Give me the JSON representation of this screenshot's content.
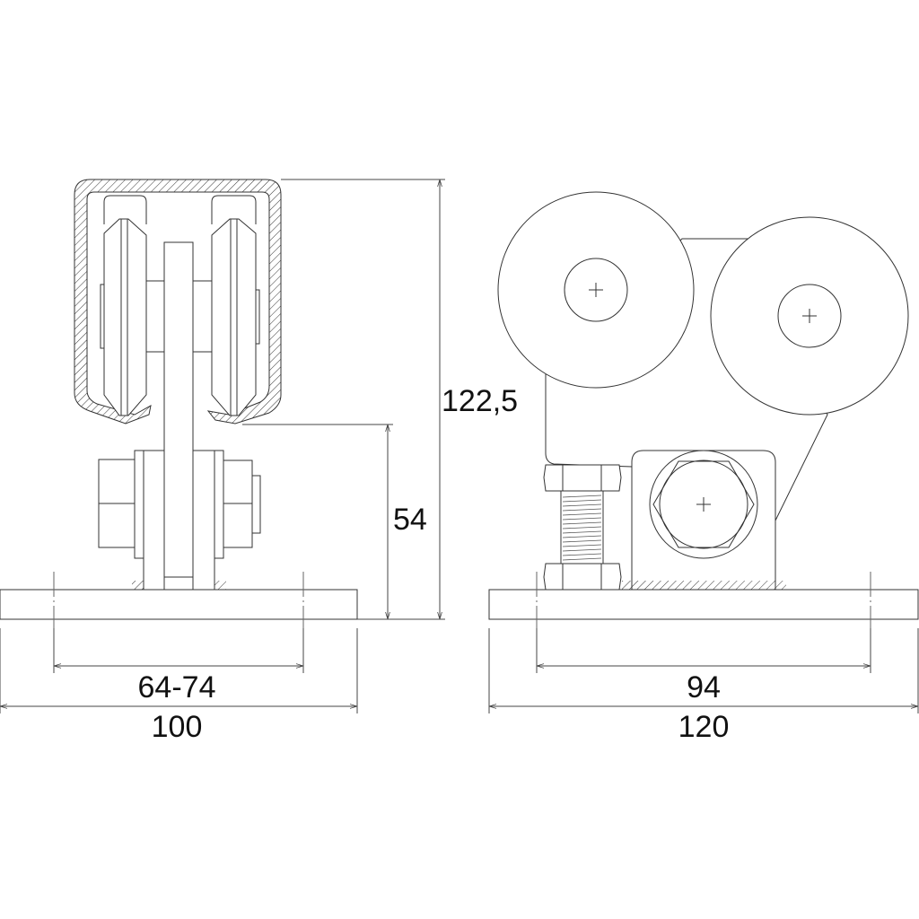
{
  "dimensions": {
    "total_height": "122,5",
    "lower_height": "54",
    "left_hole_spacing": "64-74",
    "left_plate_width": "100",
    "right_hole_spacing": "94",
    "right_plate_width": "120"
  },
  "colors": {
    "line": "#333333",
    "background": "#ffffff"
  }
}
